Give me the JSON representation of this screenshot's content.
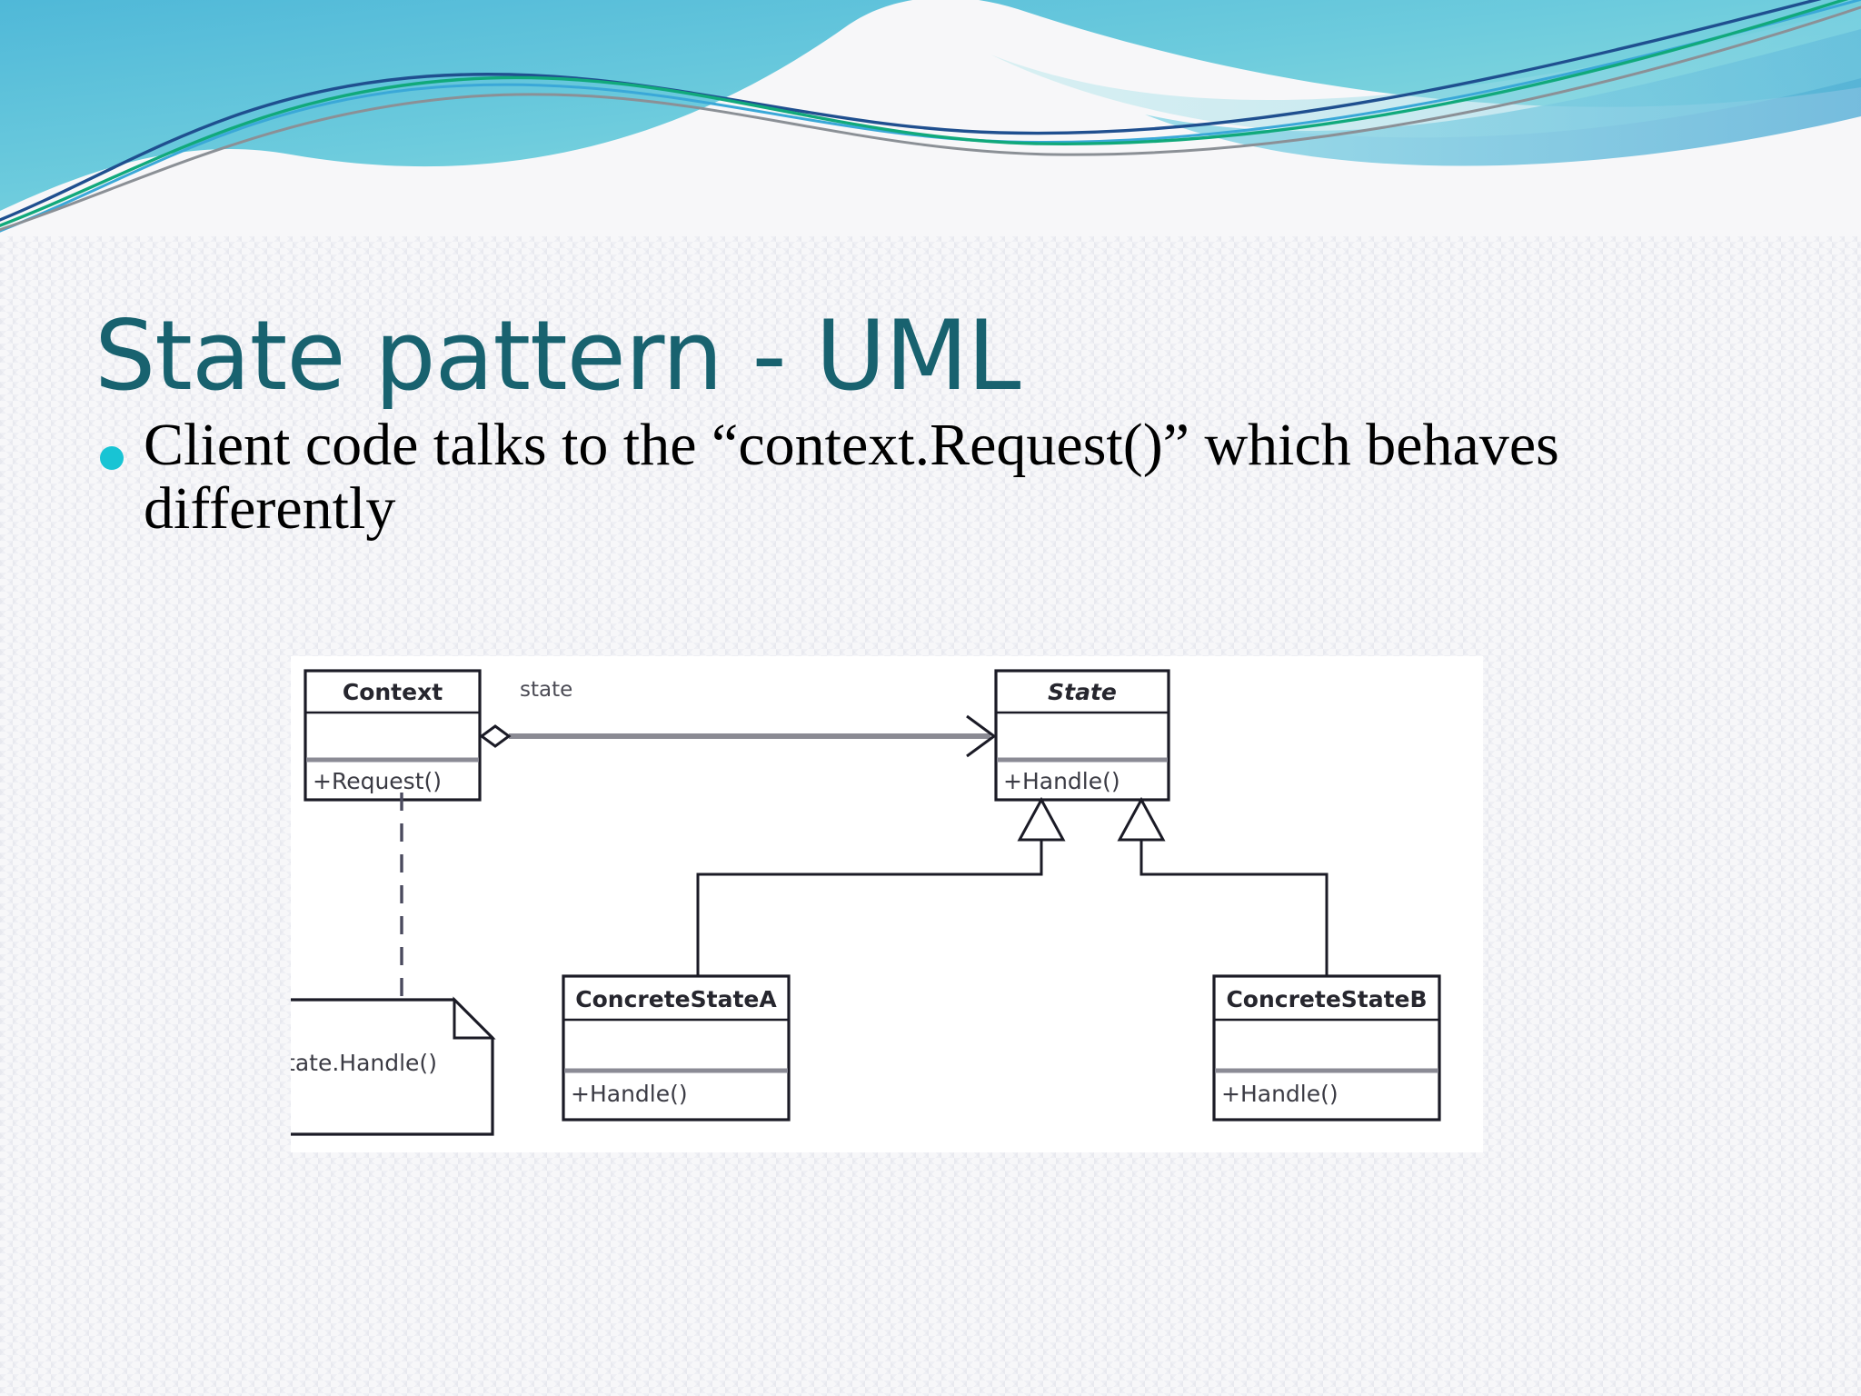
{
  "slide": {
    "title": "State pattern - UML",
    "title_color": "#18626f",
    "bullet_color": "#18c4d4",
    "background_color": "#f7f7f9",
    "bullets": [
      "Client code talks to the “context.Request()” which behaves differently"
    ]
  },
  "banner": {
    "gradient_from": "#5fc0dd",
    "gradient_to": "#86dbd6",
    "accent_lines": [
      "#1f4f8f",
      "#3aa8d8",
      "#11a97b",
      "#8b9096"
    ]
  },
  "diagram": {
    "type": "uml-class-diagram",
    "background_color": "#ffffff",
    "classes": [
      {
        "id": "context",
        "name": "Context",
        "abstract": false,
        "attributes": [],
        "operations": [
          "+Request()"
        ]
      },
      {
        "id": "state",
        "name": "State",
        "abstract": true,
        "attributes": [],
        "operations": [
          "+Handle()"
        ]
      },
      {
        "id": "concreteA",
        "name": "ConcreteStateA",
        "abstract": false,
        "attributes": [],
        "operations": [
          "+Handle()"
        ]
      },
      {
        "id": "concreteB",
        "name": "ConcreteStateB",
        "abstract": false,
        "attributes": [],
        "operations": [
          "+Handle()"
        ]
      }
    ],
    "note": {
      "id": "note-state-handle",
      "text": "state.Handle()",
      "anchored_to": "context"
    },
    "relations": [
      {
        "kind": "aggregation",
        "from": "context",
        "to": "state",
        "label": "state"
      },
      {
        "kind": "generalization",
        "from": "concreteA",
        "to": "state",
        "label": ""
      },
      {
        "kind": "generalization",
        "from": "concreteB",
        "to": "state",
        "label": ""
      },
      {
        "kind": "note-anchor",
        "from": "context",
        "to": "note-state-handle",
        "label": ""
      }
    ]
  }
}
